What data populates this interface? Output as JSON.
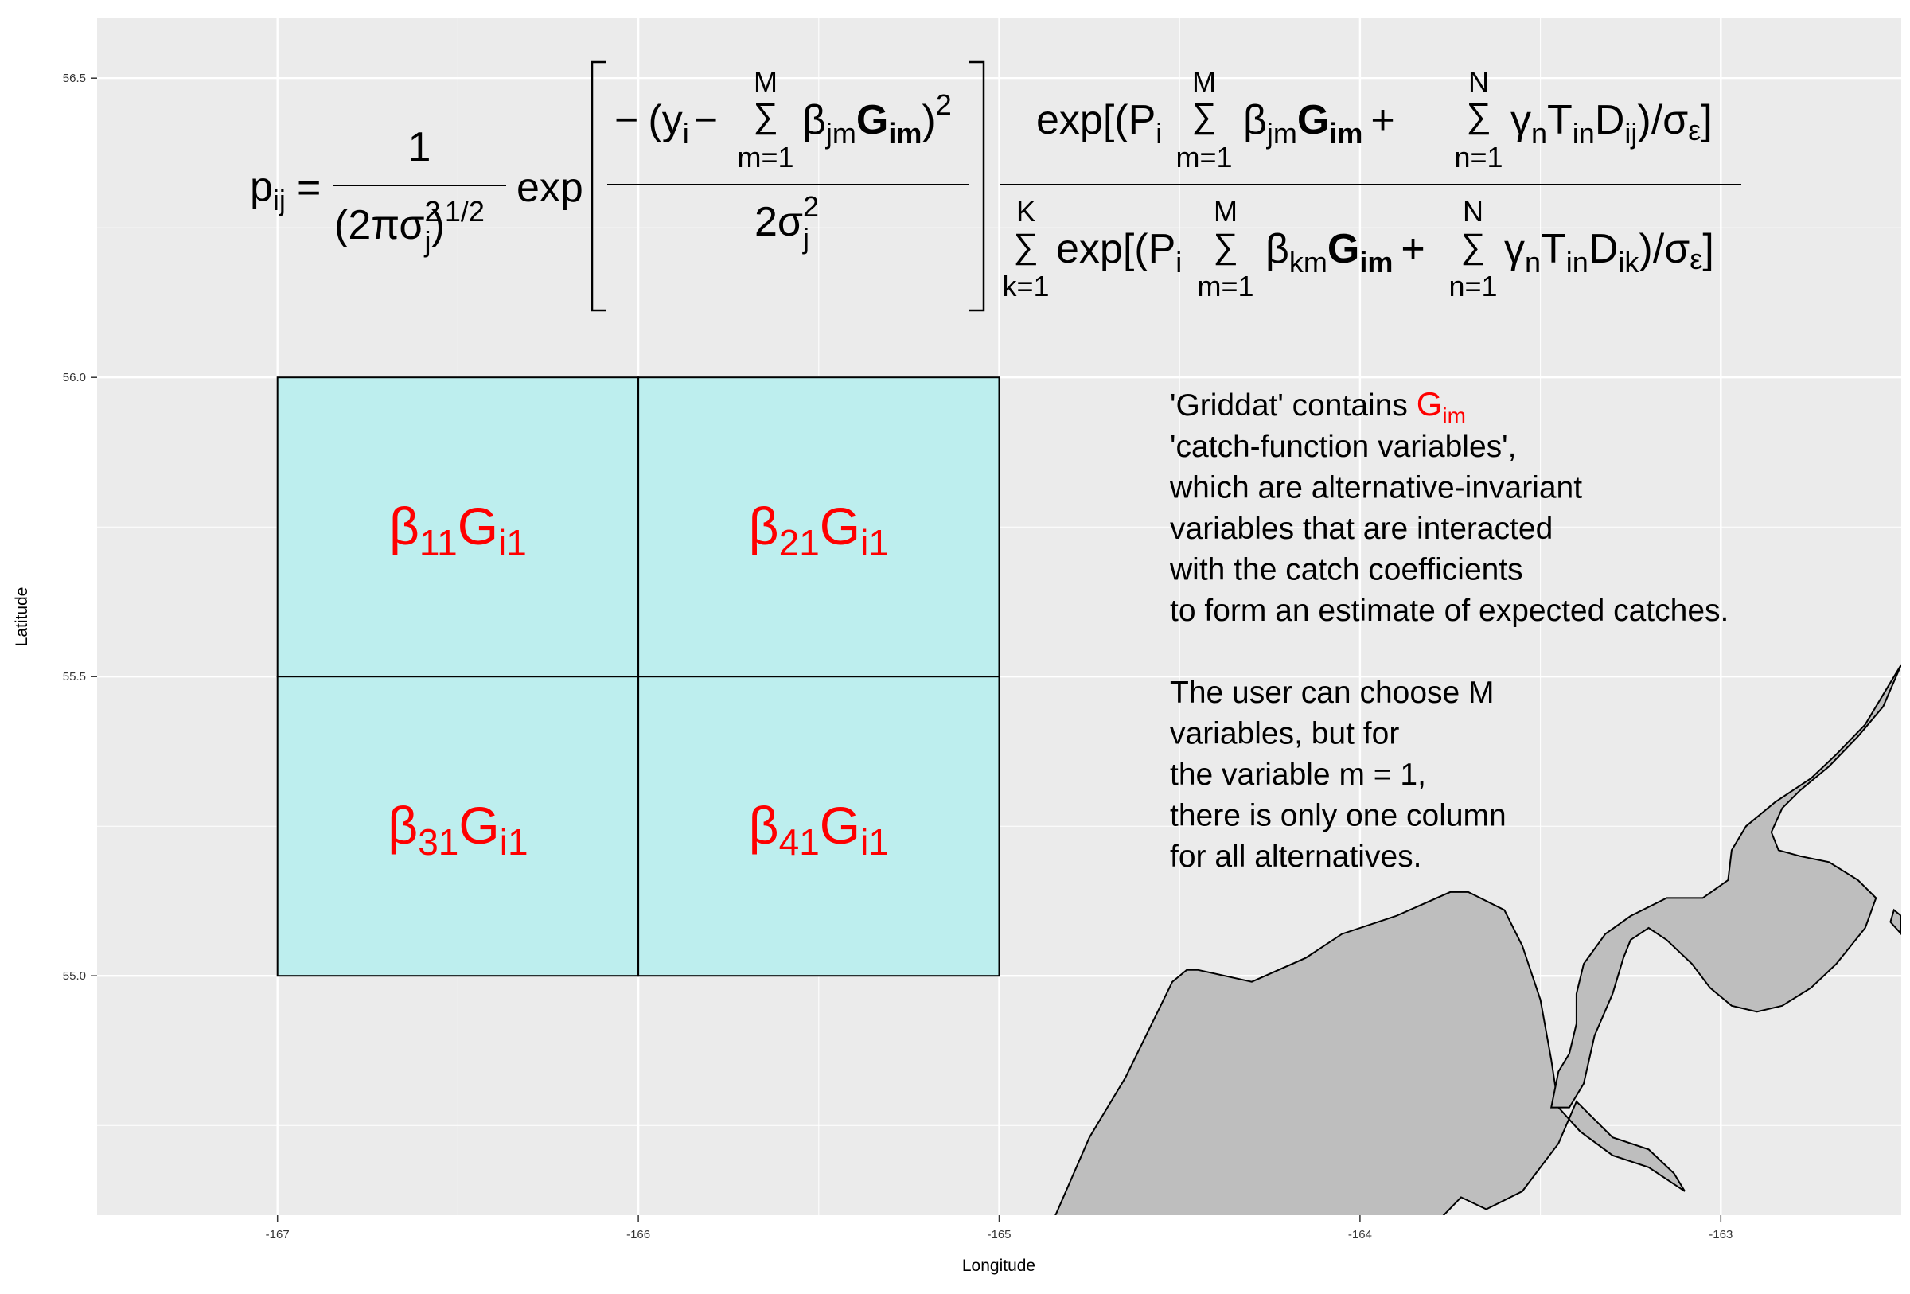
{
  "chart_data": {
    "type": "map",
    "xlabel": "Longitude",
    "ylabel": "Latitude",
    "xlim": [
      -167.5,
      -162.5
    ],
    "ylim": [
      54.6,
      56.6
    ],
    "x_ticks": [
      -167,
      -166,
      -165,
      -164,
      -163
    ],
    "y_ticks": [
      55.0,
      55.5,
      56.0,
      56.5
    ],
    "x_tick_labels": [
      "-167",
      "-166",
      "-165",
      "-164",
      "-163"
    ],
    "y_tick_labels": [
      "55.0",
      "55.5",
      "56.0",
      "56.5"
    ],
    "grid": true,
    "colors": {
      "panel": "#ebebeb",
      "grid": "#ffffff",
      "cell_fill": "#bdeeee",
      "land_fill": "#bebebe",
      "highlight": "#ff0000"
    },
    "grid_cells": [
      {
        "id": 1,
        "xmin": -167,
        "xmax": -166,
        "ymin": 55.5,
        "ymax": 56.0,
        "label": {
          "beta": "β",
          "beta_sub": "11",
          "g": "G",
          "g_sub": "i1"
        }
      },
      {
        "id": 2,
        "xmin": -166,
        "xmax": -165,
        "ymin": 55.5,
        "ymax": 56.0,
        "label": {
          "beta": "β",
          "beta_sub": "21",
          "g": "G",
          "g_sub": "i1"
        }
      },
      {
        "id": 3,
        "xmin": -167,
        "xmax": -166,
        "ymin": 55.0,
        "ymax": 55.5,
        "label": {
          "beta": "β",
          "beta_sub": "31",
          "g": "G",
          "g_sub": "i1"
        }
      },
      {
        "id": 4,
        "xmin": -166,
        "xmax": -165,
        "ymin": 55.0,
        "ymax": 55.5,
        "label": {
          "beta": "β",
          "beta_sub": "41",
          "g": "G",
          "g_sub": "i1"
        }
      }
    ],
    "land_polygons": [
      {
        "points": [
          [
            -164.88,
            54.55
          ],
          [
            -164.75,
            54.73
          ],
          [
            -164.65,
            54.83
          ],
          [
            -164.52,
            54.99
          ],
          [
            -164.48,
            55.01
          ],
          [
            -164.45,
            55.01
          ],
          [
            -164.3,
            54.99
          ],
          [
            -164.15,
            55.03
          ],
          [
            -164.05,
            55.07
          ],
          [
            -163.9,
            55.1
          ],
          [
            -163.75,
            55.14
          ],
          [
            -163.7,
            55.14
          ],
          [
            -163.6,
            55.11
          ],
          [
            -163.55,
            55.05
          ],
          [
            -163.5,
            54.96
          ],
          [
            -163.47,
            54.86
          ],
          [
            -163.45,
            54.78
          ],
          [
            -163.39,
            54.74
          ],
          [
            -163.3,
            54.7
          ],
          [
            -163.2,
            54.68
          ],
          [
            -163.1,
            54.64
          ],
          [
            -163.13,
            54.67
          ],
          [
            -163.2,
            54.71
          ],
          [
            -163.3,
            54.73
          ],
          [
            -163.35,
            54.76
          ],
          [
            -163.4,
            54.79
          ],
          [
            -163.45,
            54.72
          ],
          [
            -163.55,
            54.64
          ],
          [
            -163.65,
            54.61
          ],
          [
            -163.72,
            54.63
          ],
          [
            -163.8,
            54.58
          ],
          [
            -163.9,
            54.55
          ]
        ]
      },
      {
        "points": [
          [
            -162.5,
            55.52
          ],
          [
            -162.55,
            55.47
          ],
          [
            -162.6,
            55.42
          ],
          [
            -162.68,
            55.37
          ],
          [
            -162.75,
            55.33
          ],
          [
            -162.85,
            55.29
          ],
          [
            -162.93,
            55.25
          ],
          [
            -162.97,
            55.21
          ],
          [
            -162.98,
            55.16
          ],
          [
            -163.05,
            55.13
          ],
          [
            -163.15,
            55.13
          ],
          [
            -163.25,
            55.1
          ],
          [
            -163.32,
            55.07
          ],
          [
            -163.38,
            55.02
          ],
          [
            -163.4,
            54.97
          ],
          [
            -163.4,
            54.92
          ],
          [
            -163.42,
            54.87
          ],
          [
            -163.45,
            54.84
          ],
          [
            -163.47,
            54.78
          ],
          [
            -163.42,
            54.78
          ],
          [
            -163.38,
            54.82
          ],
          [
            -163.35,
            54.9
          ],
          [
            -163.3,
            54.97
          ],
          [
            -163.27,
            55.03
          ],
          [
            -163.25,
            55.06
          ],
          [
            -163.2,
            55.08
          ],
          [
            -163.15,
            55.06
          ],
          [
            -163.08,
            55.02
          ],
          [
            -163.03,
            54.98
          ],
          [
            -162.97,
            54.95
          ],
          [
            -162.9,
            54.94
          ],
          [
            -162.83,
            54.95
          ],
          [
            -162.75,
            54.98
          ],
          [
            -162.68,
            55.02
          ],
          [
            -162.6,
            55.08
          ],
          [
            -162.57,
            55.13
          ],
          [
            -162.62,
            55.16
          ],
          [
            -162.7,
            55.19
          ],
          [
            -162.78,
            55.2
          ],
          [
            -162.84,
            55.21
          ],
          [
            -162.86,
            55.24
          ],
          [
            -162.83,
            55.28
          ],
          [
            -162.78,
            55.31
          ],
          [
            -162.7,
            55.35
          ],
          [
            -162.62,
            55.4
          ],
          [
            -162.55,
            55.45
          ]
        ]
      },
      {
        "points": [
          [
            -162.5,
            55.07
          ],
          [
            -162.53,
            55.09
          ],
          [
            -162.52,
            55.11
          ],
          [
            -162.5,
            55.1
          ]
        ]
      }
    ]
  },
  "equation": {
    "p": "p",
    "p_sub": "ij",
    "equals": "=",
    "frac1_num": "1",
    "frac1_den_open": "(2πσ",
    "frac1_den_sup": "2",
    "frac1_den_sub": "j",
    "frac1_den_close": ")",
    "frac1_den_exp": "1/2",
    "exp": "exp",
    "num1_minus": "−",
    "num1_open": "(y",
    "num1_sub_i": "i",
    "num1_minus2": "−",
    "sum_symbol": "∑",
    "sum_top_M": "M",
    "sum_bottom_m1": "m=1",
    "beta": "β",
    "sub_jm": "jm",
    "G_bold": "G",
    "G_sub_im": "im",
    "num1_close": ")",
    "num1_sup": "2",
    "den1_main": "2σ",
    "den1_sup": "2",
    "den1_sub": "j",
    "num2_prefix": "exp[(P",
    "sub_i": "i",
    "plus": "+",
    "sum_top_N": "N",
    "sum_bottom_n1": "n=1",
    "gamma": "γ",
    "sub_n": "n",
    "T": "T",
    "sub_in": "in",
    "D": "D",
    "sub_ij": "ij",
    "close_div": ")/σ",
    "sub_eps": "ε",
    "close_bracket": "]",
    "sum_top_K": "K",
    "sum_bottom_k1": "k=1",
    "den2_exp": "exp[(P",
    "sub_km": "km",
    "sub_ik": "ik"
  },
  "annotation": {
    "line1_prefix": "'Griddat' contains ",
    "line1_G": "G",
    "line1_G_sub": "im",
    "lines": [
      "'catch-function variables',",
      "which are alternative-invariant",
      "variables that are interacted",
      "with the catch coefficients",
      "to form an estimate of expected catches.",
      "",
      "The user can choose M",
      "variables, but for",
      "the variable m = 1,",
      "there is only one column",
      "for all alternatives."
    ]
  }
}
